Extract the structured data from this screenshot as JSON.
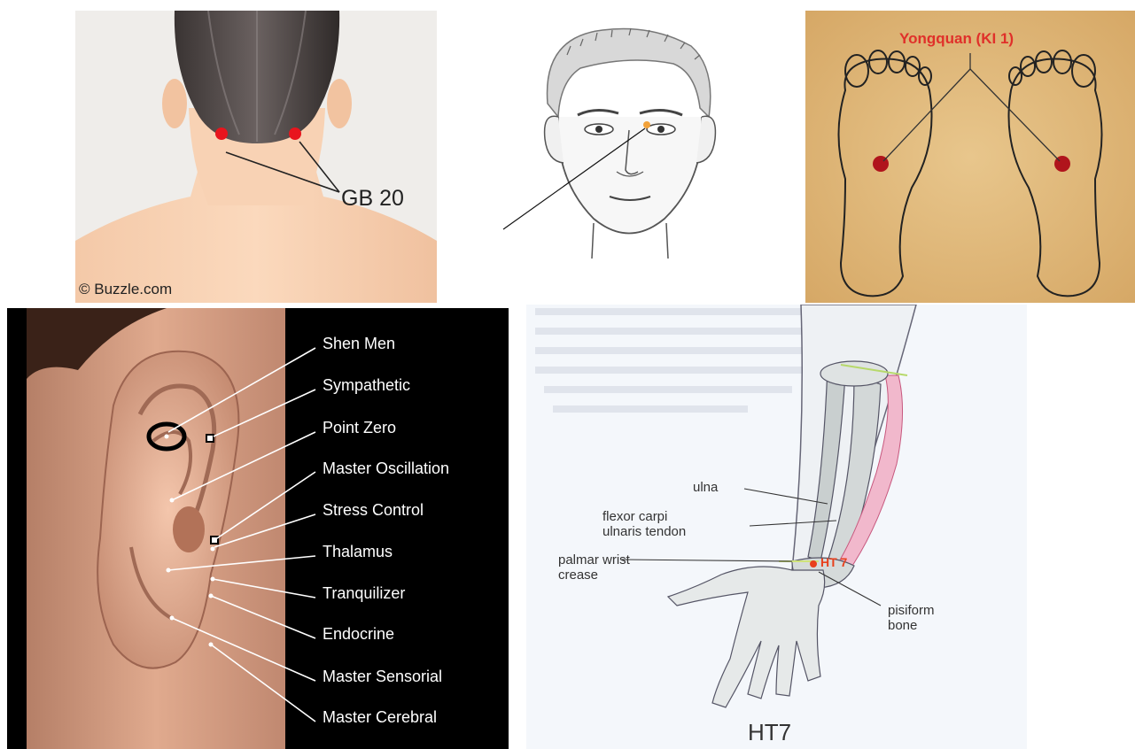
{
  "neck_panel": {
    "label": "GB 20",
    "credit": "© Buzzle.com"
  },
  "face_panel": {
    "point_color": "#f2a23a"
  },
  "feet_panel": {
    "title": "Yongquan (KI 1)",
    "title_color": "#e0302a",
    "point_color": "#b0141c"
  },
  "ear_panel": {
    "labels": [
      "Shen Men",
      "Sympathetic",
      "Point Zero",
      "Master Oscillation",
      "Stress Control",
      "Thalamus",
      "Tranquilizer",
      "Endocrine",
      "Master Sensorial",
      "Master Cerebral"
    ]
  },
  "wrist_panel": {
    "labels": {
      "ulna": "ulna",
      "flexor_line1": "flexor carpi",
      "flexor_line2": "ulnaris tendon",
      "palmar_line1": "palmar wrist",
      "palmar_line2": "crease",
      "point": "HT 7",
      "pisiform_line1": "pisiform",
      "pisiform_line2": "bone"
    },
    "caption": "HT7",
    "point_color": "#e8401c"
  }
}
